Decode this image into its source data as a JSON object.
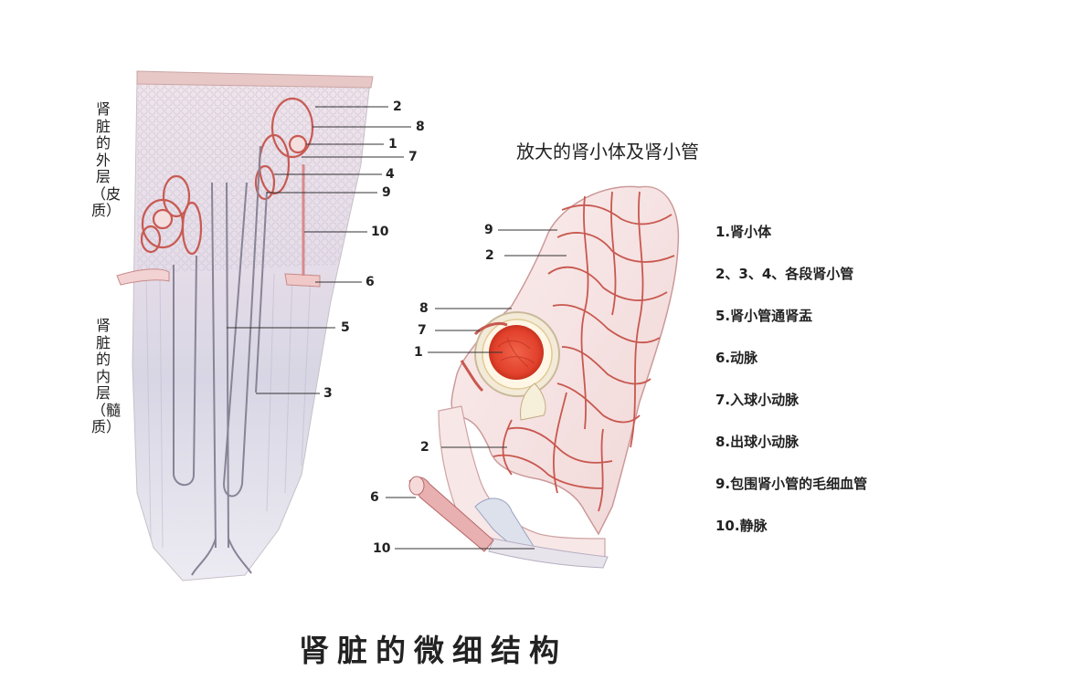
{
  "title": "肾脏的微细结构",
  "subtitle": "放大的肾小体及肾小管",
  "side_labels": {
    "outer": "肾脏的外层（皮质）",
    "inner": "肾脏的内层（髓质）"
  },
  "legend": [
    "1.肾小体",
    "2、3、4、各段肾小管",
    "5.肾小管通肾盂",
    "6.动脉",
    "7.入球小动脉",
    "8.出球小动脉",
    "9.包围肾小管的毛细血管",
    "10.静脉"
  ],
  "left_numbers": [
    "2",
    "8",
    "1",
    "7",
    "4",
    "9",
    "10",
    "6",
    "5",
    "3"
  ],
  "right_numbers": [
    "9",
    "2",
    "8",
    "7",
    "1",
    "2",
    "6",
    "10"
  ],
  "colors": {
    "vessel_red": "#c8584f",
    "glomerulus": "#e0442e",
    "tissue_pink": "#f3dede",
    "medulla_gray": "#dcdce8"
  }
}
